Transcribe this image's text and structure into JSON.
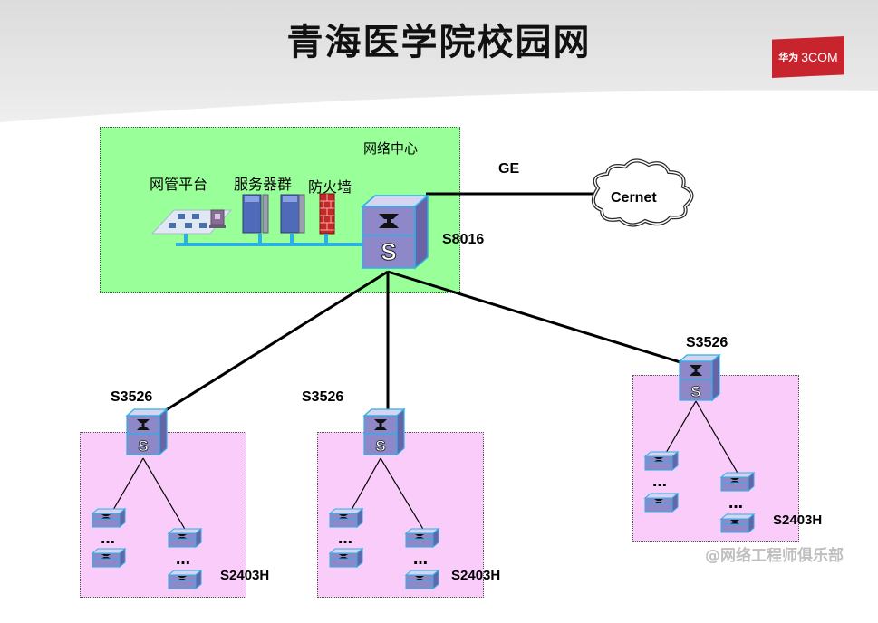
{
  "title": "青海医学院校园网",
  "logo": {
    "cn": "华为",
    "en": "3COM"
  },
  "center": {
    "zone_label": "网络中心",
    "mgmt_label": "网管平台",
    "server_label": "服务器群",
    "firewall_label": "防火墙",
    "core_switch": "S8016",
    "link_label": "GE",
    "cloud_label": "Cernet"
  },
  "branches": [
    {
      "switch": "S3526",
      "access": "S2403H",
      "dots": [
        "…",
        "…"
      ]
    },
    {
      "switch": "S3526",
      "access": "S2403H",
      "dots": [
        "…",
        "…"
      ]
    },
    {
      "switch": "S3526",
      "access": "S2403H",
      "dots": [
        "…",
        "…"
      ]
    }
  ],
  "switch_glyph": "S",
  "watermark": "@网络工程师俱乐部",
  "colors": {
    "center_zone": "#99ff99",
    "branch_zone": "#f9ccf9",
    "switch_front": "#8f88c8",
    "switch_top": "#d6d4ee",
    "switch_side": "#6a63a6",
    "switch_border": "#29b0e8",
    "logo": "#c8242e"
  }
}
